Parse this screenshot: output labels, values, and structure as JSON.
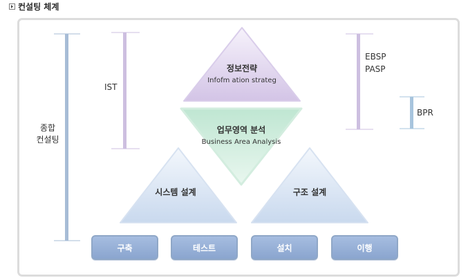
{
  "title": "컨설팅 체계",
  "labels": {
    "comprehensive_line1": "종합",
    "comprehensive_line2": "컨설팅",
    "ist": "IST",
    "ebsp": "EBSP",
    "pasp": "PASP",
    "bpr": "BPR"
  },
  "triangles": {
    "info_strategy": {
      "title": "정보전략",
      "subtitle": "Infofm ation strateg"
    },
    "business_analysis": {
      "title": "업무영역 분석",
      "subtitle": "Business Area Analysis"
    },
    "system_design": {
      "title": "시스템 설계"
    },
    "structure_design": {
      "title": "구조 설계"
    }
  },
  "buttons": [
    "구축",
    "테스트",
    "설치",
    "이행"
  ]
}
